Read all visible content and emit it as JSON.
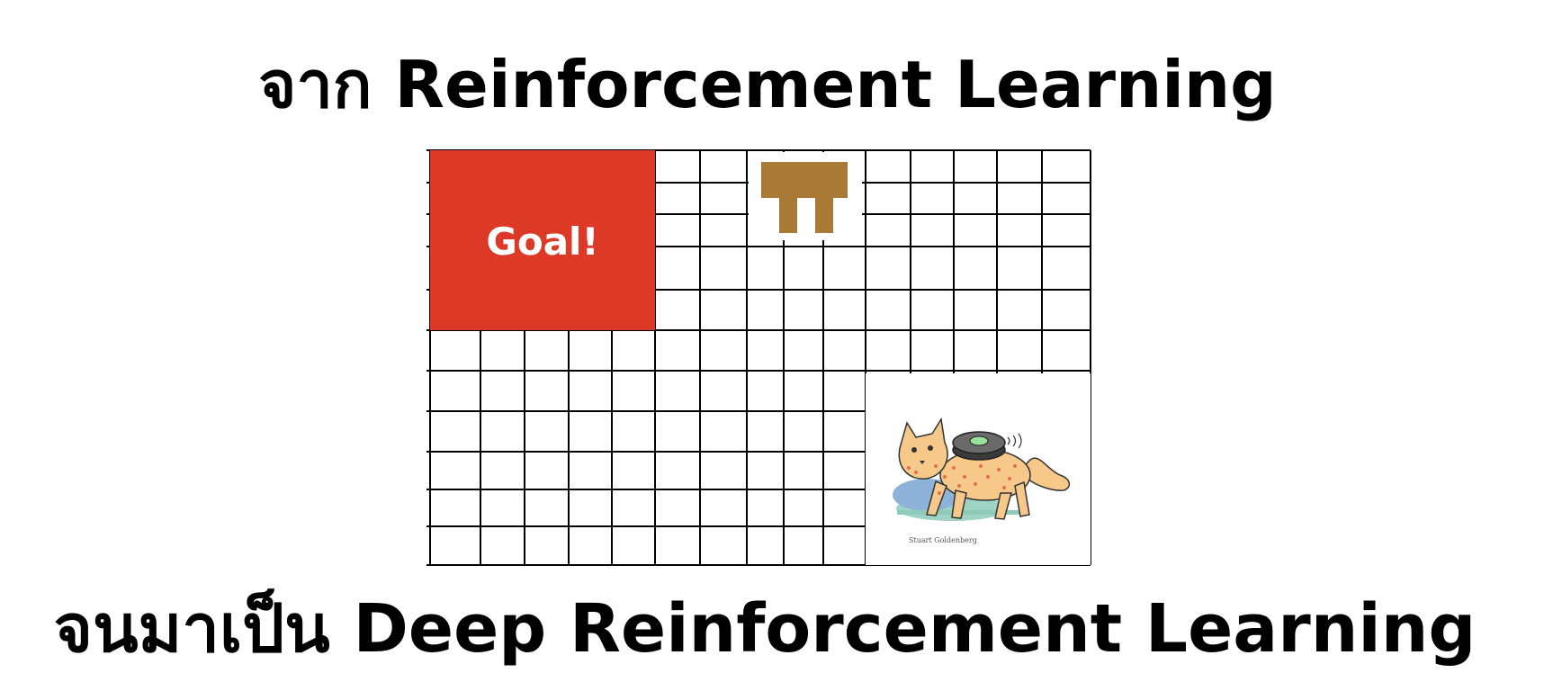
{
  "titles": {
    "top": "จาก Reinforcement Learning",
    "bottom": "จนมาเป็น Deep Reinforcement Learning"
  },
  "grid": {
    "goal_label": "Goal!",
    "illustration_credit": "Stuart Goldenberg"
  },
  "colors": {
    "goal": "#dc3a27",
    "obstacle": "#a87a35",
    "grid_line": "#000000",
    "cat_body": "#f6c98a",
    "cat_spots": "#e2714a",
    "ground": "#9fd3c3",
    "shadow": "#8eb3d8",
    "robot": "#555555"
  },
  "icons": {
    "obstacle": "table-icon",
    "agent": "cat-with-robot-vacuum-icon"
  }
}
